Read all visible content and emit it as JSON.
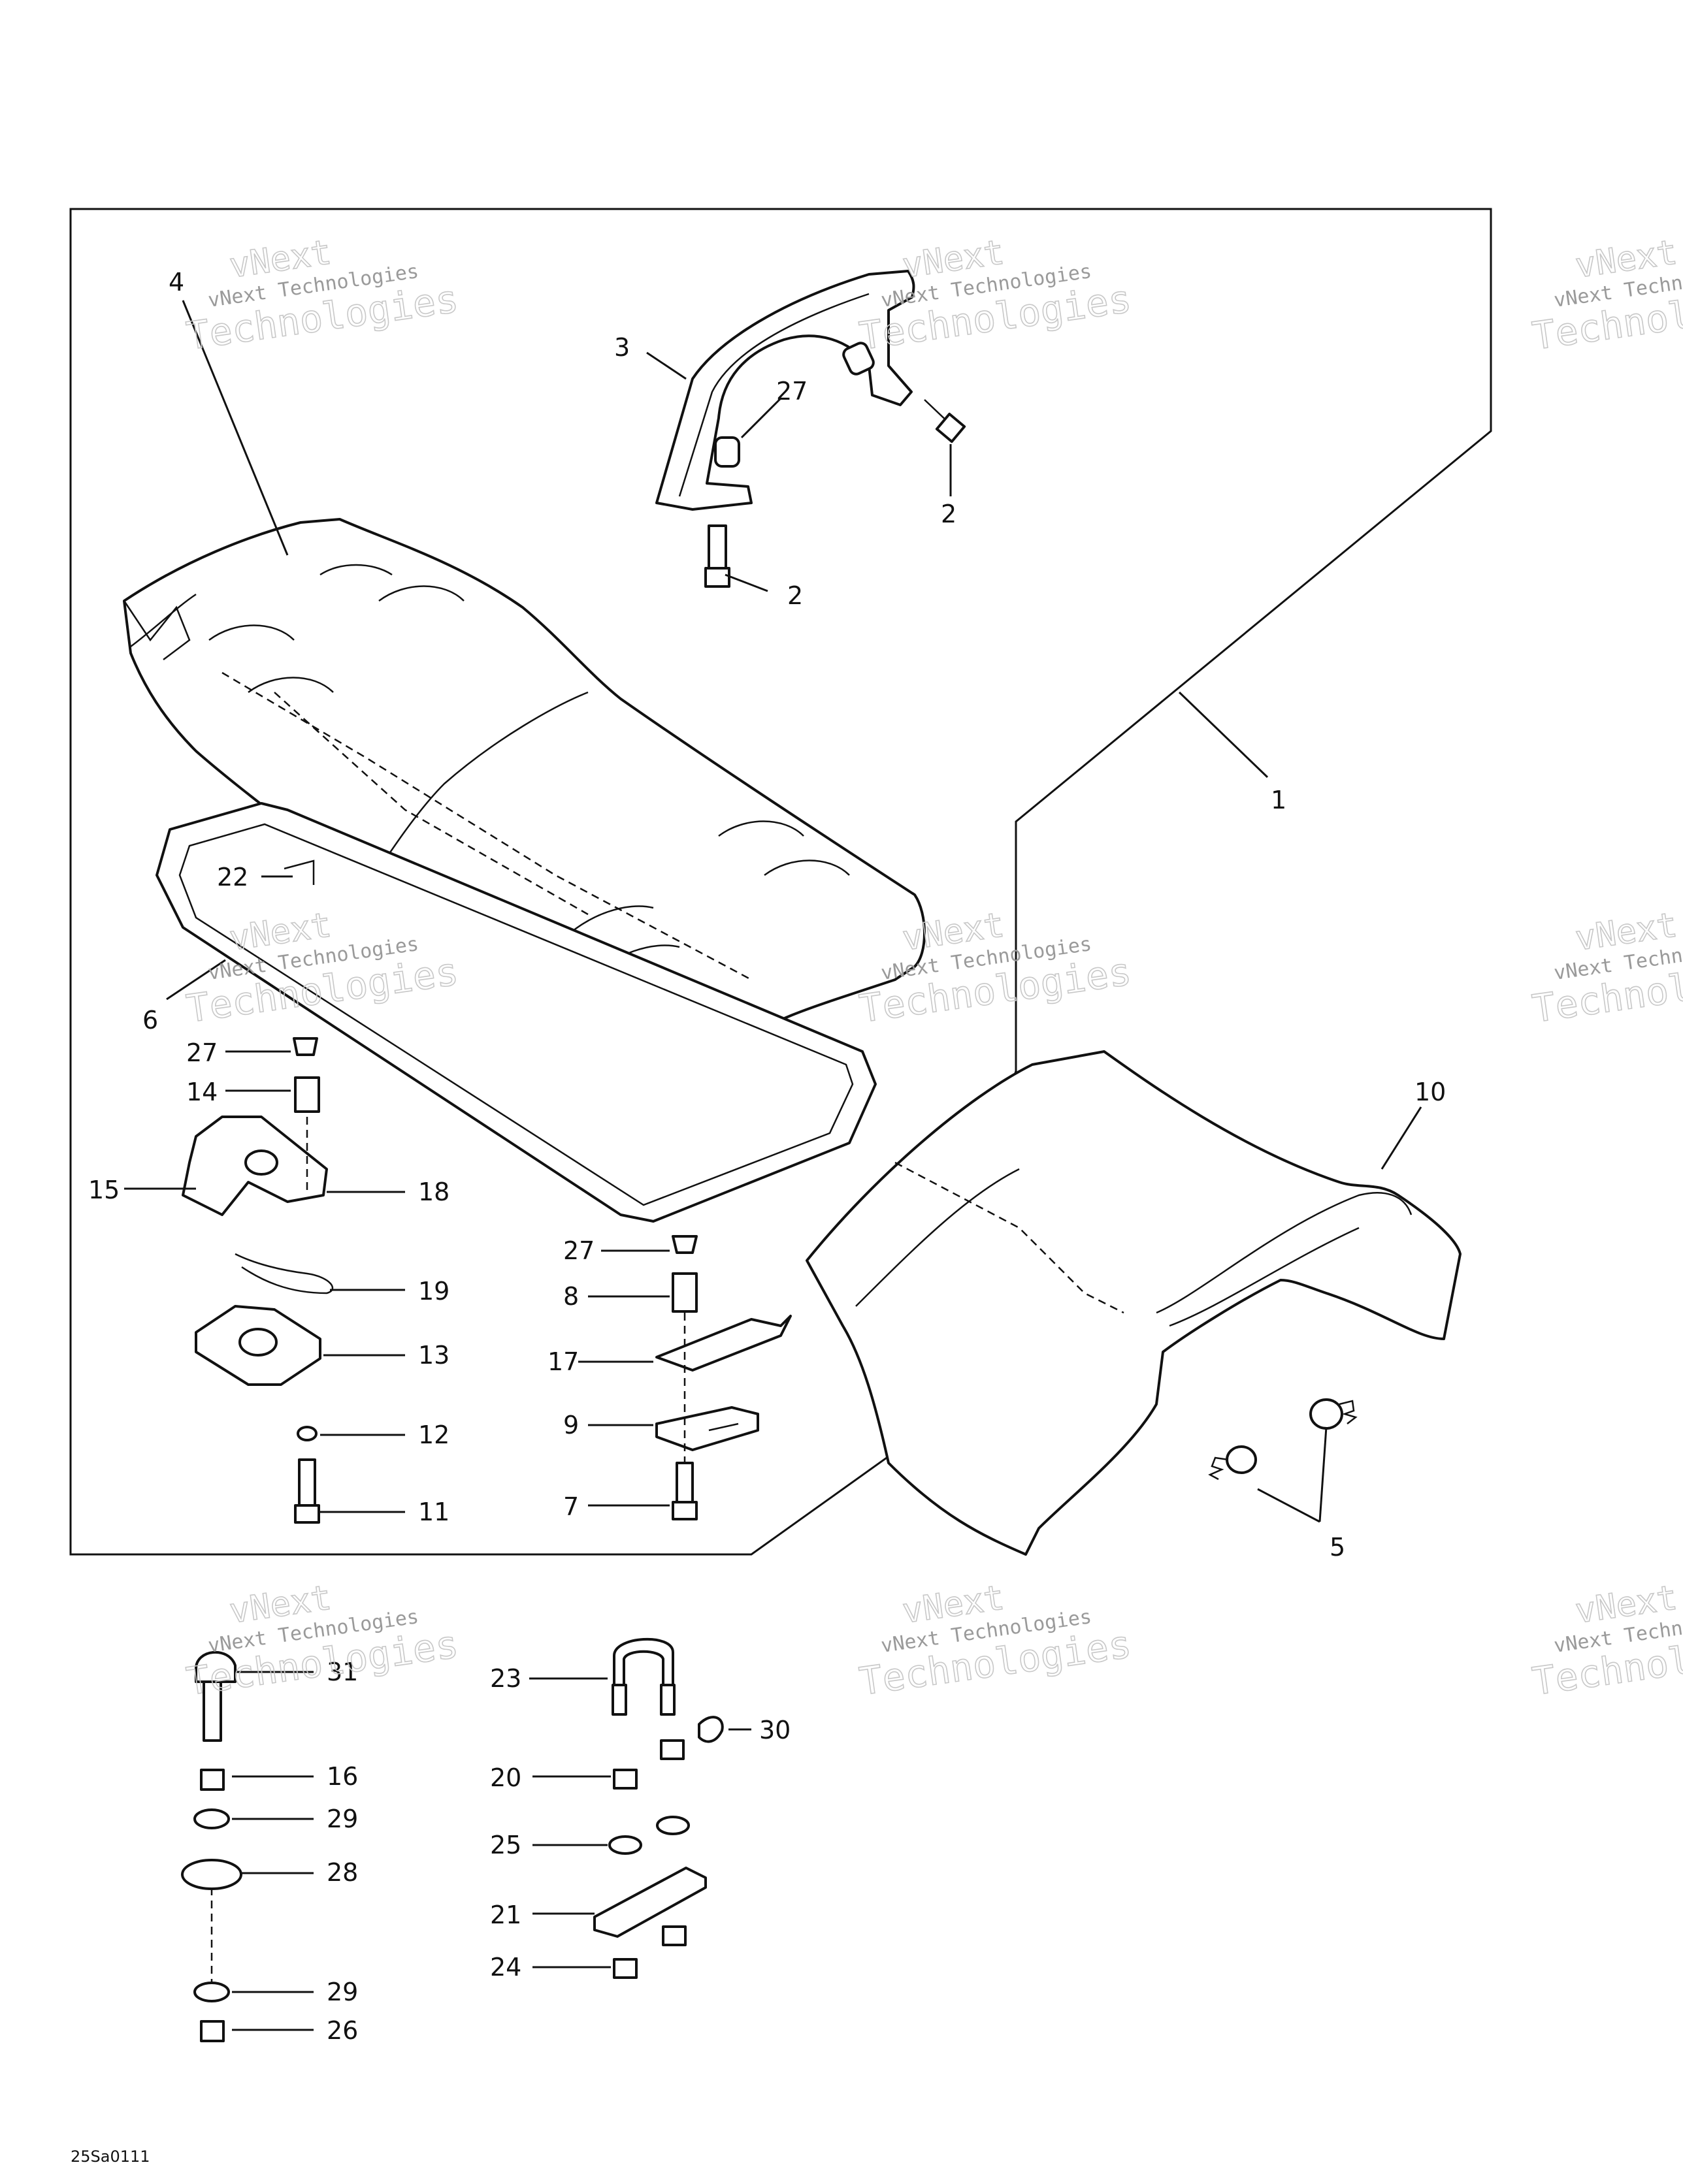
{
  "diagram": {
    "drawing_code": "25Sa0111",
    "watermark_lines": [
      "vNext",
      "vNext Technologies",
      "Technologies"
    ],
    "watermark_positions": [
      "top-left",
      "top-center",
      "top-right",
      "middle-left",
      "middle-center",
      "middle-right",
      "bottom-left",
      "bottom-center",
      "bottom-right"
    ],
    "callouts": [
      "1",
      "2",
      "2",
      "3",
      "4",
      "5",
      "6",
      "7",
      "8",
      "9",
      "10",
      "11",
      "12",
      "13",
      "14",
      "15",
      "16",
      "17",
      "18",
      "19",
      "20",
      "21",
      "22",
      "23",
      "24",
      "25",
      "26",
      "27",
      "27",
      "27",
      "28",
      "29",
      "29",
      "30",
      "31"
    ]
  }
}
